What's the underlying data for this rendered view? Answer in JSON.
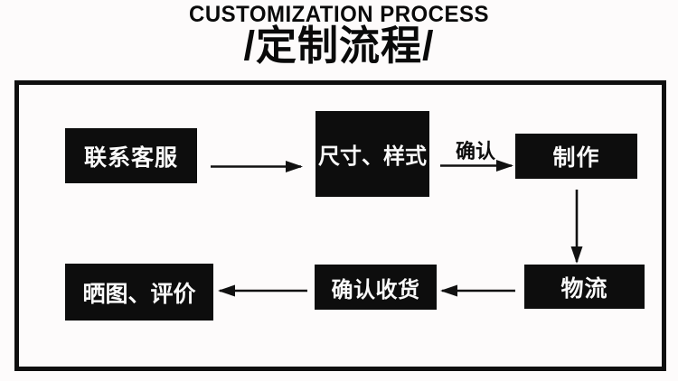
{
  "header": {
    "title": "CUSTOMIZATION PROCESS",
    "subtitle": "/定制流程/"
  },
  "diagram": {
    "type": "flowchart",
    "nodes": [
      {
        "id": "contact-service",
        "label": "联系客服"
      },
      {
        "id": "size-style",
        "label": "尺寸、样式"
      },
      {
        "id": "production",
        "label": "制作"
      },
      {
        "id": "logistics",
        "label": "物流"
      },
      {
        "id": "confirm-receipt",
        "label": "确认收货"
      },
      {
        "id": "share-review",
        "label": "晒图、评价"
      }
    ],
    "edges": [
      {
        "from": "contact-service",
        "to": "size-style",
        "label": ""
      },
      {
        "from": "size-style",
        "to": "production",
        "label": "确认"
      },
      {
        "from": "production",
        "to": "logistics",
        "label": ""
      },
      {
        "from": "logistics",
        "to": "confirm-receipt",
        "label": ""
      },
      {
        "from": "confirm-receipt",
        "to": "share-review",
        "label": ""
      }
    ]
  },
  "colors": {
    "node_background": "#0d0d0d",
    "node_text": "#fafafa",
    "arrow": "#111111",
    "frame_border": "#0f0f0f",
    "page_background": "#fdfbfb",
    "title_text": "#0a0a0a"
  }
}
